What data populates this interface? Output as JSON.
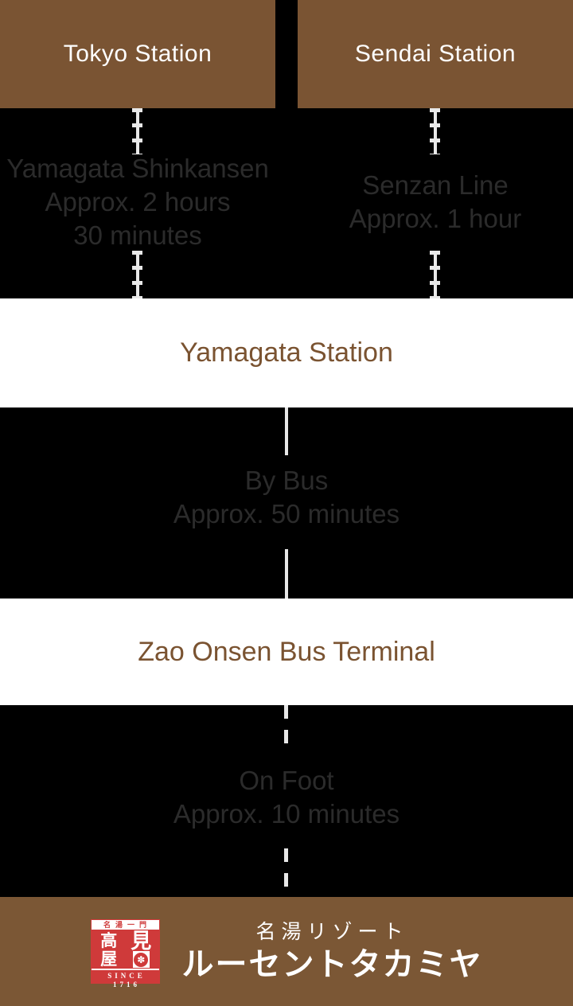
{
  "colors": {
    "bg": "#000000",
    "brown_box": "#7a5433",
    "brown_footer": "#7b5735",
    "brown_text": "#7a5331",
    "white_band": "#ffffff",
    "line": "#e8e8e8",
    "route_text": "#2b2b2b",
    "box_text": "#ffffff",
    "seal_red": "#cf3a3a"
  },
  "stations": {
    "tokyo": "Tokyo Station",
    "sendai": "Sendai Station"
  },
  "routes": {
    "shinkansen": {
      "line1": "Yamagata Shinkansen",
      "line2": "Approx. 2 hours",
      "line3": "30 minutes"
    },
    "senzan": {
      "line1": "Senzan Line",
      "line2": "Approx. 1 hour"
    },
    "bus": {
      "line1": "By Bus",
      "line2": "Approx. 50 minutes"
    },
    "foot": {
      "line1": "On Foot",
      "line2": "Approx. 10 minutes"
    }
  },
  "stops": {
    "yamagata": "Yamagata Station",
    "zao": "Zao Onsen Bus Terminal"
  },
  "footer": {
    "seal": {
      "top": "名湯一門",
      "char1": "高",
      "char2": "見",
      "char3": "屋",
      "emblem": "✽",
      "since": "SINCE 1716"
    },
    "tagline": "名湯リゾート",
    "brand": "ルーセントタカミヤ"
  }
}
